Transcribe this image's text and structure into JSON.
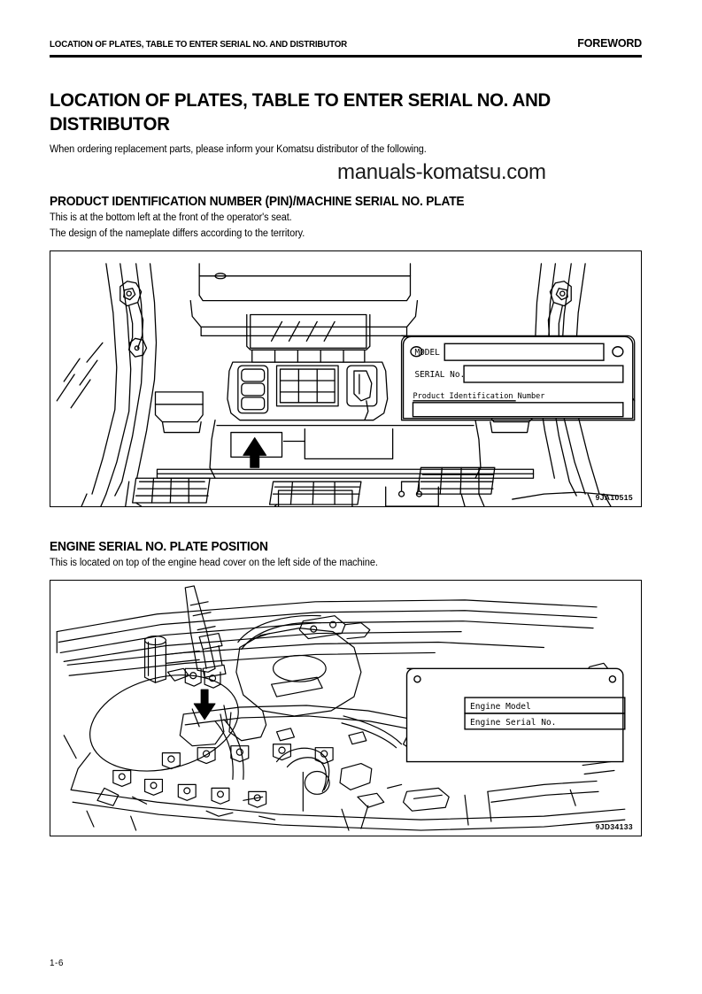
{
  "header": {
    "left_title": "LOCATION OF PLATES, TABLE TO ENTER SERIAL NO. AND DISTRIBUTOR",
    "right_title": "FOREWORD"
  },
  "document": {
    "title_line1": "LOCATION OF PLATES, TABLE TO ENTER SERIAL NO. AND",
    "title_line2": "DISTRIBUTOR",
    "intro": "When ordering replacement parts, please inform your Komatsu distributor of the following.",
    "watermark": "manuals-komatsu.com"
  },
  "sections": [
    {
      "heading": "PRODUCT IDENTIFICATION NUMBER (PIN)/MACHINE SERIAL NO. PLATE",
      "body": [
        "This is at the bottom left at the front of the operator's seat.",
        "The design of the nameplate differs according to the territory."
      ],
      "figure": {
        "id": "9JA10515",
        "caption_labels": {
          "model": "MODEL",
          "serial": "SERIAL No.",
          "pin": "Product Identification Number"
        }
      }
    },
    {
      "heading": "ENGINE SERIAL NO. PLATE POSITION",
      "body": [
        "This is located on top of the engine head cover on the left side of the machine."
      ],
      "figure": {
        "id": "9JD34133",
        "caption_labels": {
          "engine_model": "Engine Model",
          "engine_serial": "Engine Serial No."
        }
      }
    }
  ],
  "footer": {
    "page_number": "1-6"
  },
  "colors": {
    "ink": "#000000",
    "paper": "#ffffff"
  }
}
